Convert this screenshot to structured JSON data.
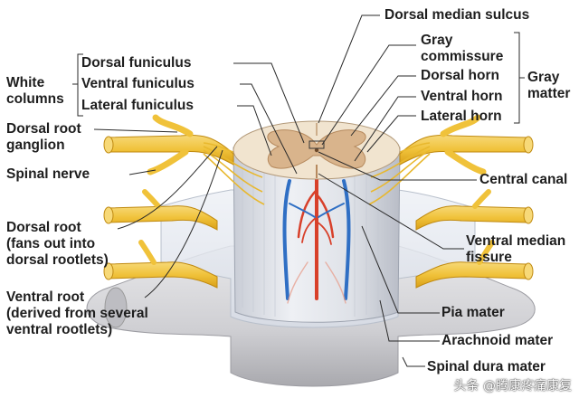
{
  "labels": {
    "white_columns": "White\ncolumns",
    "dorsal_funiculus": "Dorsal funiculus",
    "ventral_funiculus": "Ventral funiculus",
    "lateral_funiculus": "Lateral funiculus",
    "dorsal_root_ganglion": "Dorsal root\nganglion",
    "spinal_nerve": "Spinal nerve",
    "dorsal_root": "Dorsal root\n(fans out into\ndorsal rootlets)",
    "ventral_root": "Ventral root\n(derived from several\nventral rootlets)",
    "dorsal_median_sulcus": "Dorsal median sulcus",
    "gray_commissure": "Gray\ncommissure",
    "dorsal_horn": "Dorsal horn",
    "ventral_horn": "Ventral horn",
    "lateral_horn": "Lateral horn",
    "gray_matter": "Gray\nmatter",
    "central_canal": "Central canal",
    "ventral_median_fissure": "Ventral median\nfissure",
    "pia_mater": "Pia mater",
    "arachnoid_mater": "Arachnoid mater",
    "spinal_dura_mater": "Spinal dura mater"
  },
  "watermark": "头条 @腾康疼痛康复",
  "colors": {
    "nerve": "#f2c53d",
    "white_matter": "#f1e4cf",
    "gray_matter": "#d9b48c",
    "artery": "#d8402a",
    "vein": "#2f6fc4",
    "dura": "#d6d6d8"
  }
}
